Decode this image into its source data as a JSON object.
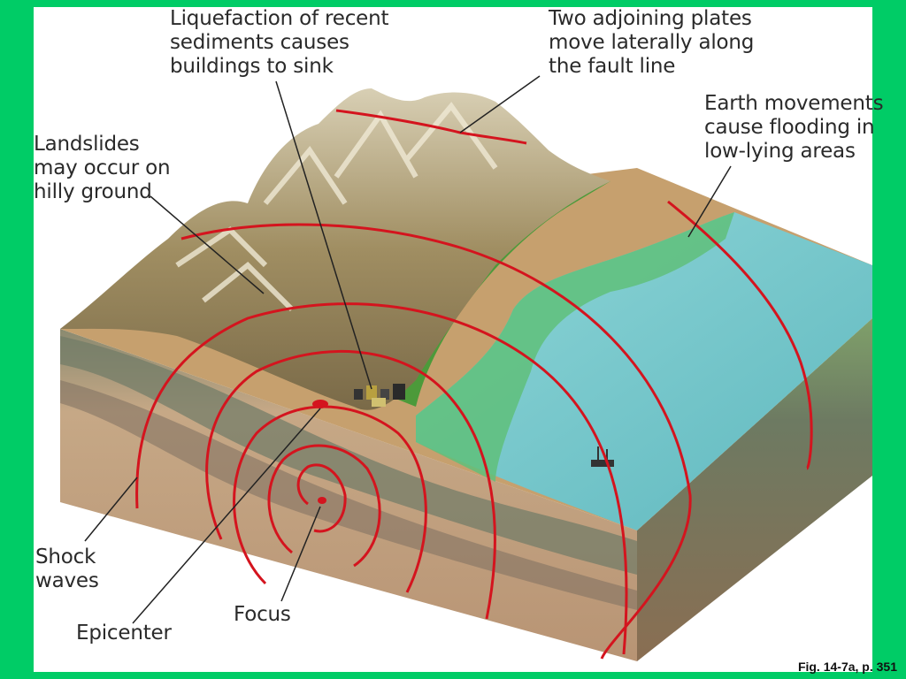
{
  "labels": {
    "liquefaction": "Liquefaction of recent\nsediments causes\nbuildings to sink",
    "plates": "Two adjoining plates\nmove laterally along\nthe fault line",
    "flooding": "Earth movements\ncause flooding in\nlow-lying areas",
    "landslides": "Landslides\nmay occur on\nhilly ground",
    "shock_waves": "Shock\nwaves",
    "focus": "Focus",
    "epicenter": "Epicenter"
  },
  "caption": "Fig. 14-7a, p. 351",
  "colors": {
    "frame": "#00cc66",
    "wave": "#d4141e",
    "water": "#6cc4c8",
    "shallow_water": "#5fbf7a",
    "sediment": "#c9a27a",
    "mountain": "#9a8a62",
    "vegetation": "#4c9a3a"
  }
}
